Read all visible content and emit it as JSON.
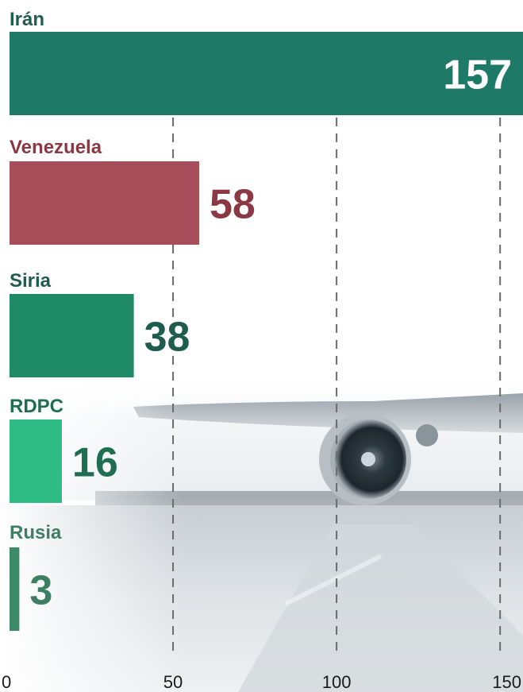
{
  "chart_data": {
    "type": "bar",
    "orientation": "horizontal",
    "categories": [
      "Irán",
      "Venezuela",
      "Siria",
      "RDPC",
      "Rusia"
    ],
    "values": [
      157,
      58,
      38,
      16,
      3
    ],
    "bar_colors": [
      "#1e7a66",
      "#a84d5a",
      "#1f8a66",
      "#2fbb85",
      "#3d8a6a"
    ],
    "label_colors": [
      "#1f5c4d",
      "#8a3843",
      "#1f5c4d",
      "#1f6e52",
      "#3d7f63"
    ],
    "value_label_inside_color": "#ffffff",
    "xlim": [
      0,
      157
    ],
    "xticks": [
      0,
      50,
      100,
      150
    ],
    "xtick_labels": [
      "0",
      "50",
      "100",
      "150"
    ],
    "grid": "vertical-dashed",
    "background_image": "airplane-on-runway"
  }
}
